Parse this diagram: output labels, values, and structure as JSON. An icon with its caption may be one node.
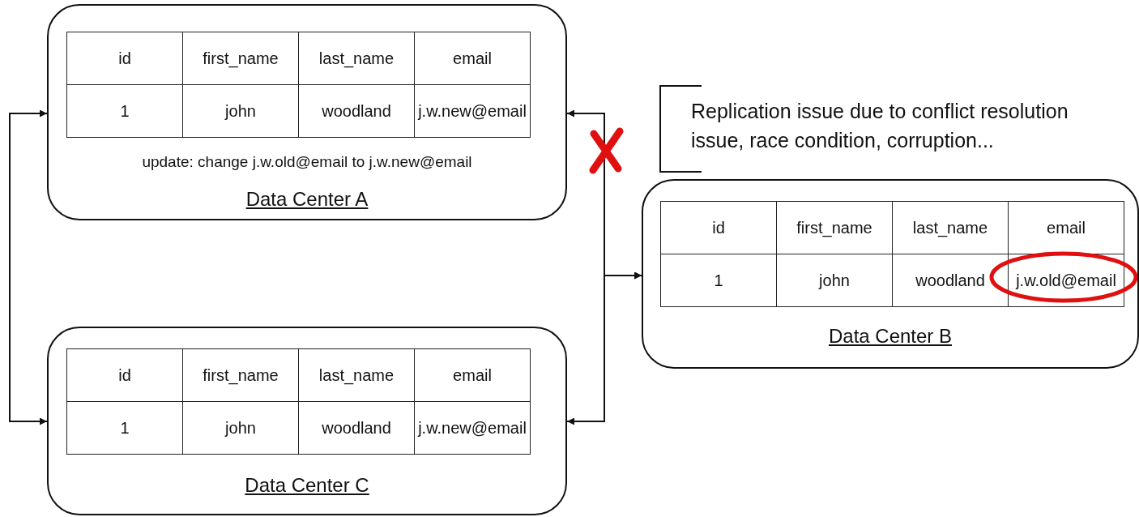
{
  "diagram": {
    "nodes": [
      {
        "text": [
          "update: change j.w.old@email to j.w.new@email",
          "Data Center A"
        ]
      },
      {
        "text": [
          "id"
        ],
        "in": 0
      },
      {
        "text": [
          "first_name"
        ],
        "in": 0
      },
      {
        "text": [
          "last_name"
        ],
        "in": 0
      },
      {
        "text": [
          "email"
        ],
        "in": 0
      },
      {
        "text": [
          "1"
        ],
        "in": 0
      },
      {
        "text": [
          "john"
        ],
        "in": 0
      },
      {
        "text": [
          "woodland"
        ],
        "in": 0
      },
      {
        "text": [
          "j.w.new@email"
        ],
        "in": 0
      },
      {
        "text": [
          "Data Center B"
        ]
      },
      {
        "text": [
          "id"
        ],
        "in": 9
      },
      {
        "text": [
          "first_name"
        ],
        "in": 9
      },
      {
        "text": [
          "last_name"
        ],
        "in": 9
      },
      {
        "text": [
          "email"
        ],
        "in": 9
      },
      {
        "text": [
          "1"
        ],
        "in": 9
      },
      {
        "text": [
          "john"
        ],
        "in": 9
      },
      {
        "text": [
          "woodland"
        ],
        "in": 9
      },
      {
        "text": [
          "j.w.old@email"
        ],
        "in": 9
      },
      {
        "text": [
          "Data Center C"
        ]
      },
      {
        "text": [
          "id"
        ],
        "in": 18
      },
      {
        "text": [
          "first_name"
        ],
        "in": 18
      },
      {
        "text": [
          "last_name"
        ],
        "in": 18
      },
      {
        "text": [
          "email"
        ],
        "in": 18
      },
      {
        "text": [
          "1"
        ],
        "in": 18
      },
      {
        "text": [
          "john"
        ],
        "in": 18
      },
      {
        "text": [
          "woodland"
        ],
        "in": 18
      },
      {
        "text": [
          "j.w.new@email"
        ],
        "in": 18
      }
    ],
    "edges": [
      {
        "from": 0,
        "to": 18,
        "arrow": "both"
      },
      {
        "from": 0,
        "to": 9,
        "arrow": "both"
      },
      {
        "from": 9,
        "to": 18,
        "arrow": "both"
      }
    ],
    "labels": [
      "Replication issue due to conflict resolution issue, race condition, corruption..."
    ]
  }
}
